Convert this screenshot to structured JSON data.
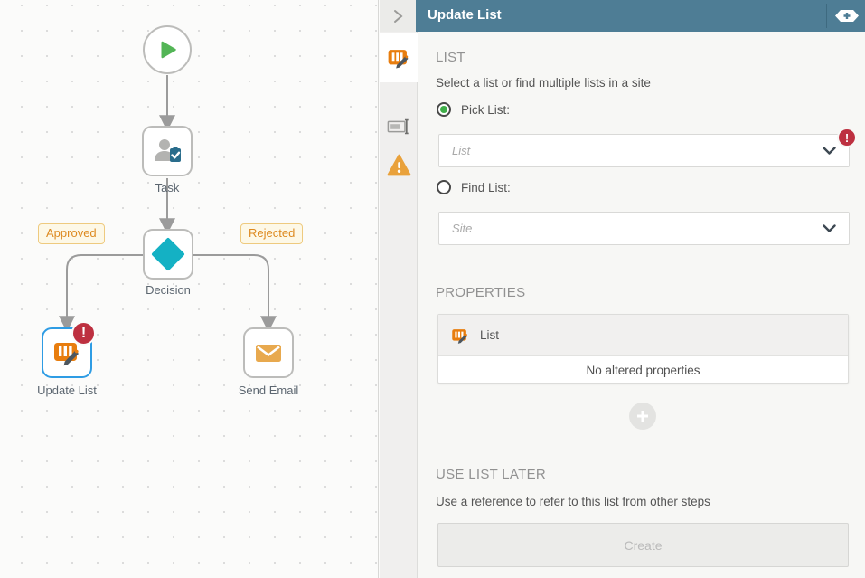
{
  "colors": {
    "header_teal": "#4e7d95",
    "accent_orange": "#e87d0e",
    "decision_cyan": "#14b1c4",
    "start_green": "#53b556",
    "radio_green": "#3fae49",
    "error_red": "#bd3040",
    "selected_blue": "#2e9ce4",
    "warning_amber": "#e9a13b"
  },
  "header": {
    "title": "Update List"
  },
  "canvas": {
    "nodes": {
      "task": {
        "label": "Task"
      },
      "decision": {
        "label": "Decision"
      },
      "update_list": {
        "label": "Update List",
        "error_badge": "!"
      },
      "send_email": {
        "label": "Send Email"
      }
    },
    "branches": {
      "approved": "Approved",
      "rejected": "Rejected"
    }
  },
  "panel": {
    "list_section": {
      "heading": "LIST",
      "description": "Select a list or find multiple lists in a site",
      "pick_list_label": "Pick List:",
      "list_placeholder": "List",
      "error_badge": "!",
      "find_list_label": "Find List:",
      "site_placeholder": "Site"
    },
    "properties_section": {
      "heading": "PROPERTIES",
      "group_label": "List",
      "empty_text": "No altered properties"
    },
    "use_later_section": {
      "heading": "USE LIST LATER",
      "description": "Use a reference to refer to this list from other steps",
      "create_label": "Create"
    }
  }
}
